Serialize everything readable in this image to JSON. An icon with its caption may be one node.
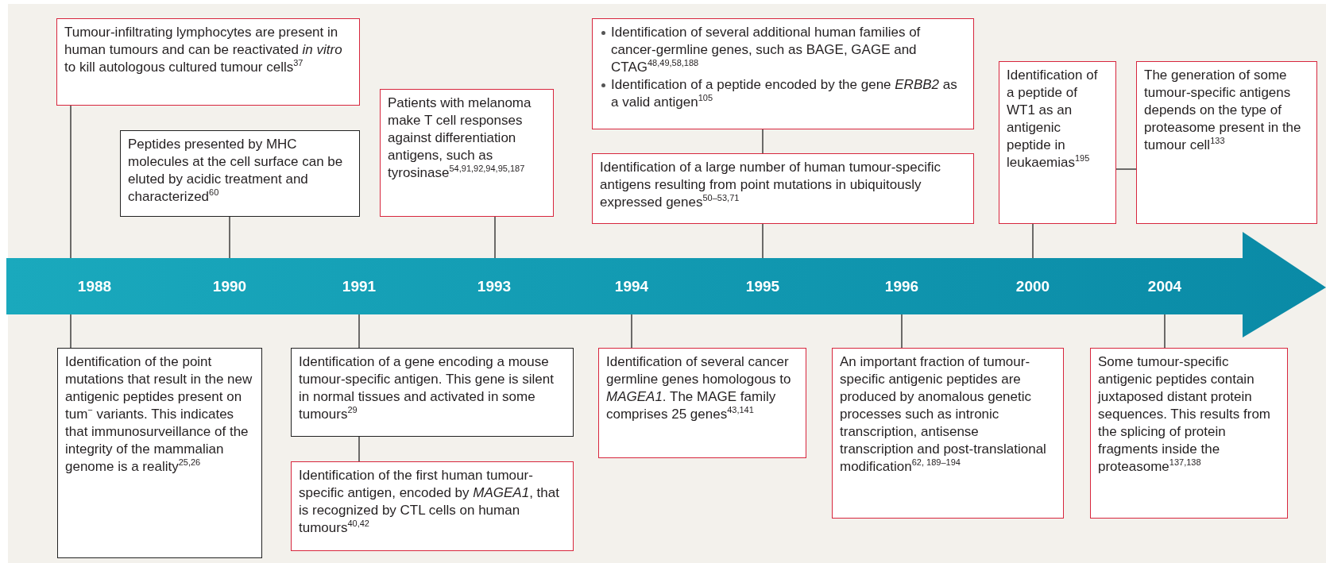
{
  "diagram": {
    "nodes": [
      {
        "text": [
          "Tumour-infiltrating lymphocytes are present in human tumours and can be reactivated *in vitro* to kill autologous cultured tumour cells$^{37}$"
        ]
      },
      {
        "text": [
          "Peptides presented by MHC molecules at the cell surface can be eluted by acidic treatment and characterized$^{60}$"
        ]
      },
      {
        "text": [
          "Patients with melanoma make T cell responses against differentiation antigens, such as tyrosinase$^{54,91,92,94,95,187}$"
        ]
      },
      {
        "text": [
          "Identification of several additional human families of cancer-germline genes, such as BAGE, GAGE and CTAG$^{48,49,58,188}$",
          "Identification of a peptide encoded by the gene *ERBB2* as a valid antigen$^{105}$"
        ]
      },
      {
        "text": [
          "Identification of a large number of human tumour-specific antigens resulting from point mutations in ubiquitously expressed genes$^{50–53,71}$"
        ]
      },
      {
        "text": [
          "Identification of a peptide of WT1 as an antigenic peptide in leukaemias$^{195}$"
        ]
      },
      {
        "text": [
          "The generation of some tumour-specific antigens depends on the type of proteasome present in the tumour cell$^{133}$"
        ]
      },
      {
        "text": [],
        "shape": "arrow"
      },
      {
        "text": [
          "1988"
        ],
        "in": 7
      },
      {
        "text": [
          "1990"
        ],
        "in": 7
      },
      {
        "text": [
          "1991"
        ],
        "in": 7
      },
      {
        "text": [
          "1993"
        ],
        "in": 7
      },
      {
        "text": [
          "1994"
        ],
        "in": 7
      },
      {
        "text": [
          "1995"
        ],
        "in": 7
      },
      {
        "text": [
          "1996"
        ],
        "in": 7
      },
      {
        "text": [
          "2000"
        ],
        "in": 7
      },
      {
        "text": [
          "2004"
        ],
        "in": 7
      },
      {
        "text": [
          "Identification of the point mutations that result in the new antigenic peptides present on tum$^{−}$ variants. This indicates that immunosurveillance of the integrity of the mammalian genome is a reality$^{25,26}$"
        ]
      },
      {
        "text": [
          "Identification of a gene encoding a mouse tumour-specific antigen. This gene is silent in normal tissues and activated in some tumours$^{29}$"
        ]
      },
      {
        "text": [
          "Identification of the first human tumour-specific antigen, encoded by *MAGEA1*, that is recognized by CTL cells on human tumours$^{40,42}$"
        ]
      },
      {
        "text": [
          "Identification of several cancer germline genes homologous to *MAGEA1*. The MAGE family comprises 25 genes$^{43,141}$"
        ]
      },
      {
        "text": [
          "An important fraction of tumour-specific antigenic peptides are produced by anomalous genetic processes such as intronic transcription, antisense transcription and post-translational modification$^{62, 189–194}$"
        ]
      },
      {
        "text": [
          "Some tumour-specific antigenic peptides contain juxtaposed distant protein sequences. This results from the splicing of protein fragments inside the proteasome$^{137,138}$"
        ]
      }
    ],
    "edges": [
      {
        "from": 0,
        "to": 8,
        "arrow": "none"
      },
      {
        "from": 1,
        "to": 9,
        "arrow": "none"
      },
      {
        "from": 2,
        "to": 11,
        "arrow": "none"
      },
      {
        "from": 3,
        "to": 4,
        "arrow": "none"
      },
      {
        "from": 4,
        "to": 13,
        "arrow": "none"
      },
      {
        "from": 5,
        "to": 15,
        "arrow": "none"
      },
      {
        "from": 6,
        "to": 5,
        "arrow": "none"
      },
      {
        "from": 17,
        "to": 8,
        "arrow": "none"
      },
      {
        "from": 18,
        "to": 10,
        "arrow": "none"
      },
      {
        "from": 19,
        "to": 18,
        "arrow": "none"
      },
      {
        "from": 20,
        "to": 12,
        "arrow": "none"
      },
      {
        "from": 21,
        "to": 14,
        "arrow": "none"
      },
      {
        "from": 22,
        "to": 16,
        "arrow": "none"
      }
    ]
  }
}
